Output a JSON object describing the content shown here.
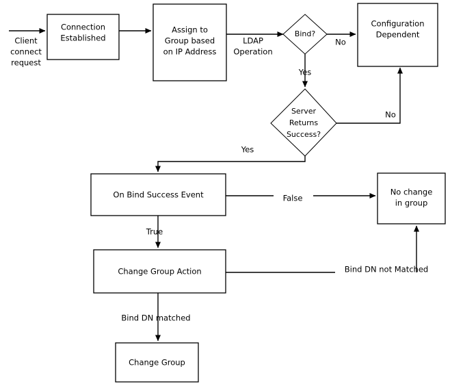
{
  "diagram": {
    "title": "LDAP bind group assignment flowchart",
    "stroke_color": "#000000",
    "fill_color": "#ffffff",
    "background": "#ffffff",
    "nodes": [
      {
        "id": "connection_established",
        "shape": "process",
        "lines": [
          "Connection",
          "Established"
        ]
      },
      {
        "id": "assign_to_group",
        "shape": "process",
        "lines": [
          "Assign to",
          "Group based",
          "on IP Address"
        ]
      },
      {
        "id": "bind_decision",
        "shape": "decision",
        "lines": [
          "Bind?"
        ]
      },
      {
        "id": "configuration_dependent",
        "shape": "process",
        "lines": [
          "Configuration",
          "Dependent"
        ]
      },
      {
        "id": "server_returns_success",
        "shape": "decision",
        "lines": [
          "Server",
          "Returns",
          "Success?"
        ]
      },
      {
        "id": "on_bind_success_event",
        "shape": "process",
        "lines": [
          "On Bind Success Event"
        ]
      },
      {
        "id": "no_change_in_group",
        "shape": "process",
        "lines": [
          "No change",
          "in group"
        ]
      },
      {
        "id": "change_group_action",
        "shape": "process",
        "lines": [
          "Change Group Action"
        ]
      },
      {
        "id": "change_group",
        "shape": "process",
        "lines": [
          "Change Group"
        ]
      }
    ],
    "edge_labels": {
      "client_connect_request": [
        "Client",
        "connect",
        "request"
      ],
      "ldap_operation": [
        "LDAP",
        "Operation"
      ],
      "bind_no": "No",
      "bind_yes": "Yes",
      "server_no": "No",
      "server_yes": "Yes",
      "event_true": "True",
      "event_false": "False",
      "bind_dn_matched": "Bind DN matched",
      "bind_dn_not_matched": "Bind DN not Matched"
    }
  }
}
